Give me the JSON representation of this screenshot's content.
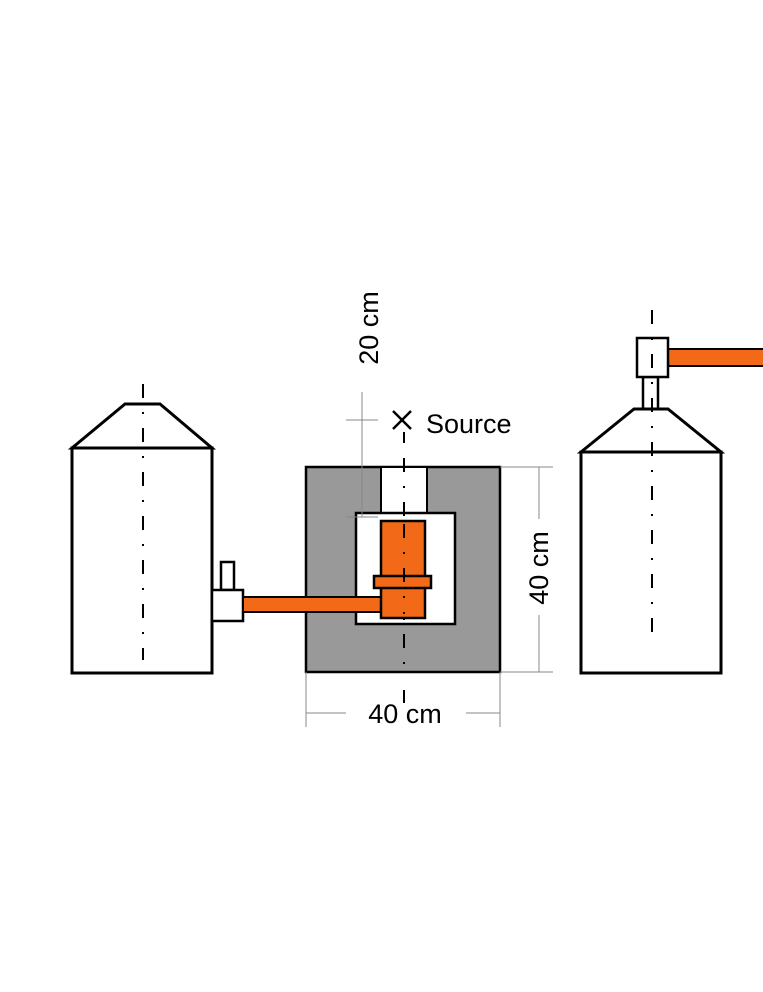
{
  "labels": {
    "source": "Source",
    "top_distance": "20 cm",
    "height": "40 cm",
    "width": "40 cm"
  },
  "colors": {
    "copper": "#f26a17",
    "shield": "#999999",
    "outline": "#000000",
    "background": "#ffffff"
  }
}
